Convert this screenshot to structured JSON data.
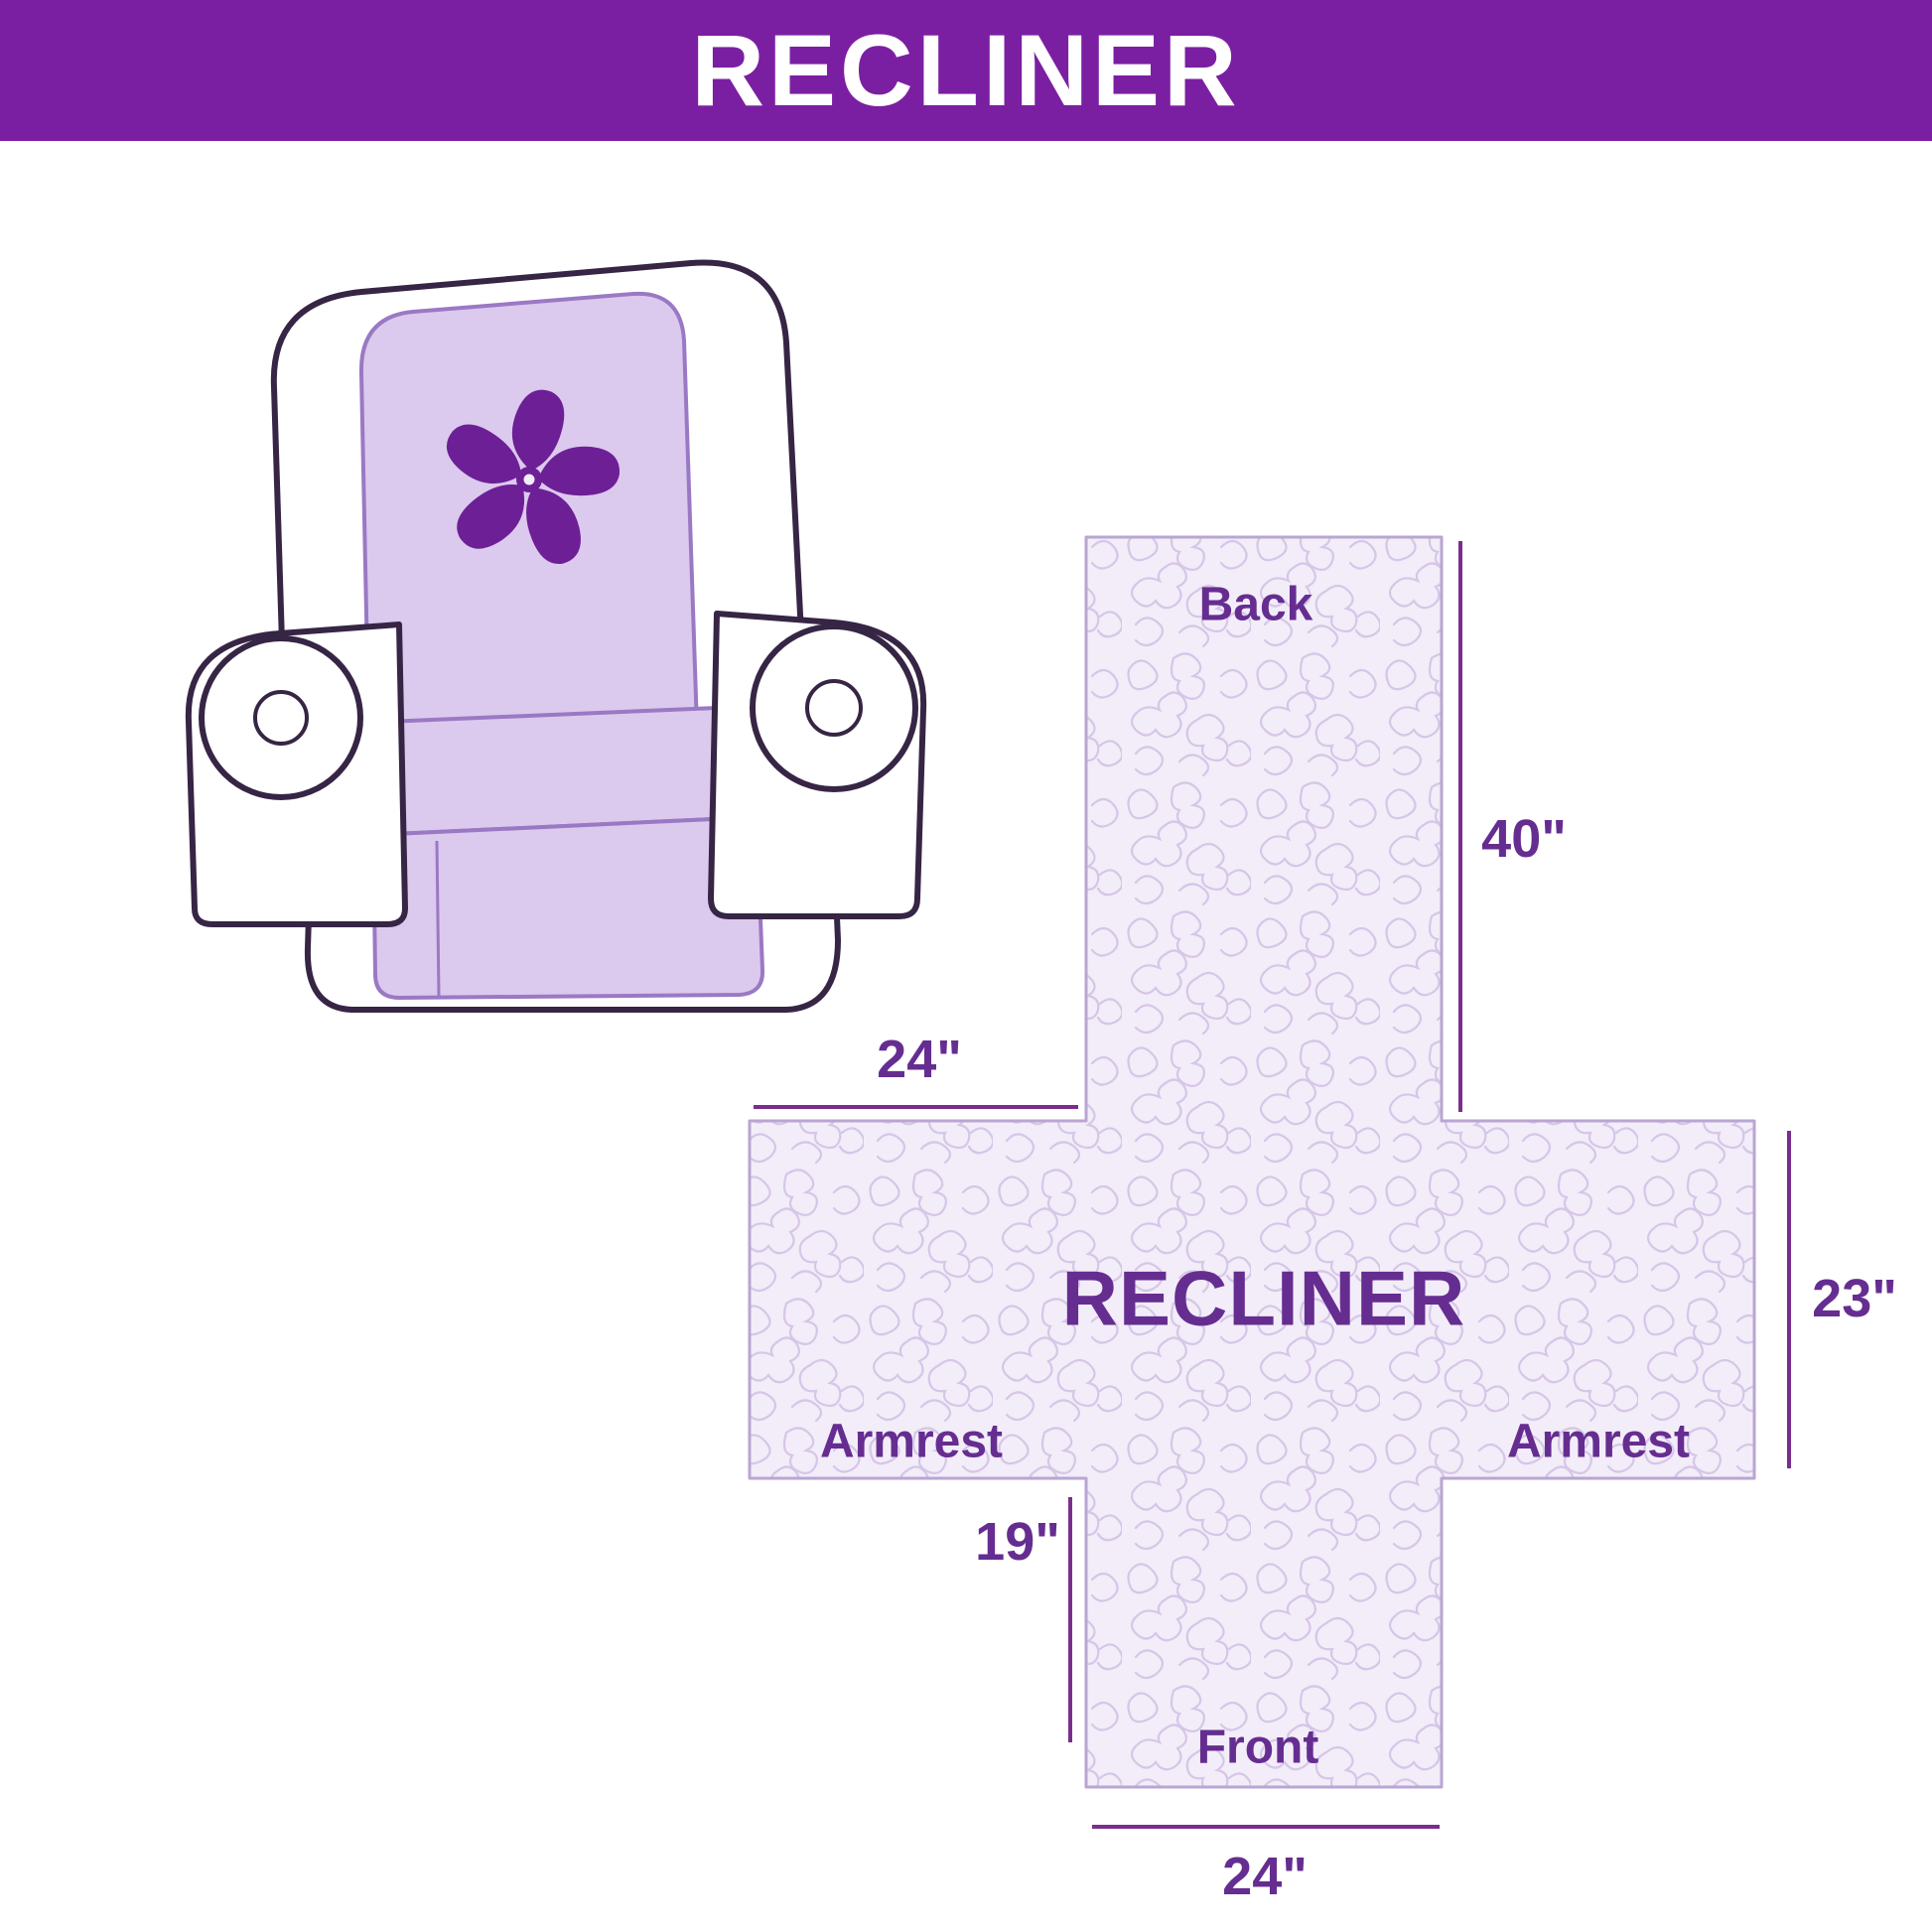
{
  "banner": {
    "title": "RECLINER"
  },
  "diagram": {
    "center_label": "RECLINER",
    "labels": {
      "back": "Back",
      "front": "Front",
      "armrest_left": "Armrest",
      "armrest_right": "Armrest"
    },
    "dimensions": {
      "back_height": "40\"",
      "top_width": "24\"",
      "armrest_height": "23\"",
      "front_height": "19\"",
      "front_width": "24\""
    }
  },
  "colors": {
    "banner_bg": "#7B1FA2",
    "banner_text": "#FFFFFF",
    "label": "#662D91",
    "line": "#7B2D8E",
    "pattern_bg": "#F2EDF8",
    "pattern_line": "#D6C6E8",
    "cross_border": "#B9A6D2",
    "cover": "#DCC9EE",
    "cover_edge": "#9A79C4",
    "outline": "#362544",
    "logo": "#6D1F96"
  }
}
